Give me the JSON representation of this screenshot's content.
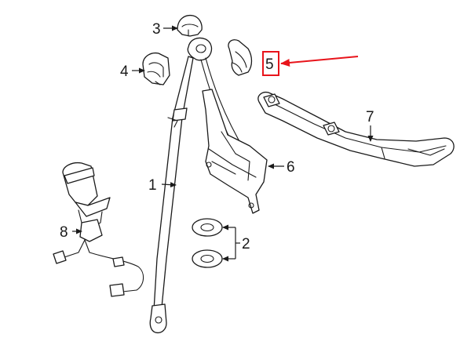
{
  "callouts": [
    {
      "id": "1",
      "label": "1"
    },
    {
      "id": "2",
      "label": "2"
    },
    {
      "id": "3",
      "label": "3"
    },
    {
      "id": "4",
      "label": "4"
    },
    {
      "id": "5",
      "label": "5"
    },
    {
      "id": "6",
      "label": "6"
    },
    {
      "id": "7",
      "label": "7"
    },
    {
      "id": "8",
      "label": "8"
    }
  ],
  "highlight": {
    "callout": "5",
    "color": "#e8141b"
  },
  "colors": {
    "ink": "#1a1a1a",
    "background": "#ffffff",
    "highlight": "#e8141b"
  }
}
